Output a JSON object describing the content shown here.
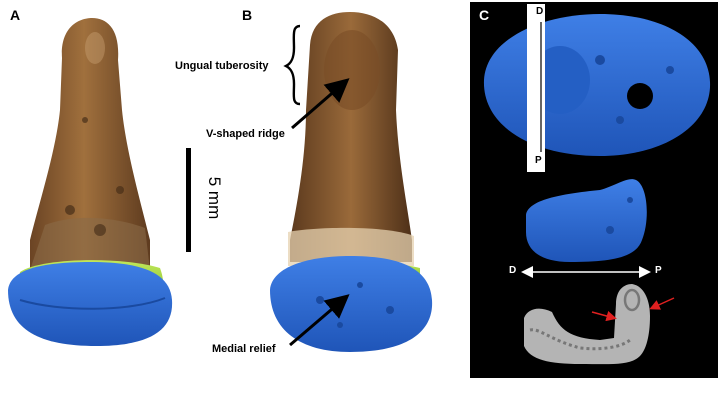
{
  "panels": {
    "a": "A",
    "b": "B",
    "c": "C"
  },
  "annotations": {
    "ungual_tuberosity": "Ungual tuberosity",
    "v_shaped_ridge": "V-shaped ridge",
    "medial_relief": "Medial relief"
  },
  "scale_bar": {
    "label": "5 mm"
  },
  "panel_c_labels": {
    "top_distal": "D",
    "top_proximal": "P",
    "axis_distal": "D",
    "axis_proximal": "P"
  },
  "colors": {
    "bone": "#8a5a2e",
    "model_blue": "#2f6fd6",
    "model_green": "#9ad13a",
    "ct_gray": "#c8c8c8",
    "arrow_red": "#e02020"
  }
}
